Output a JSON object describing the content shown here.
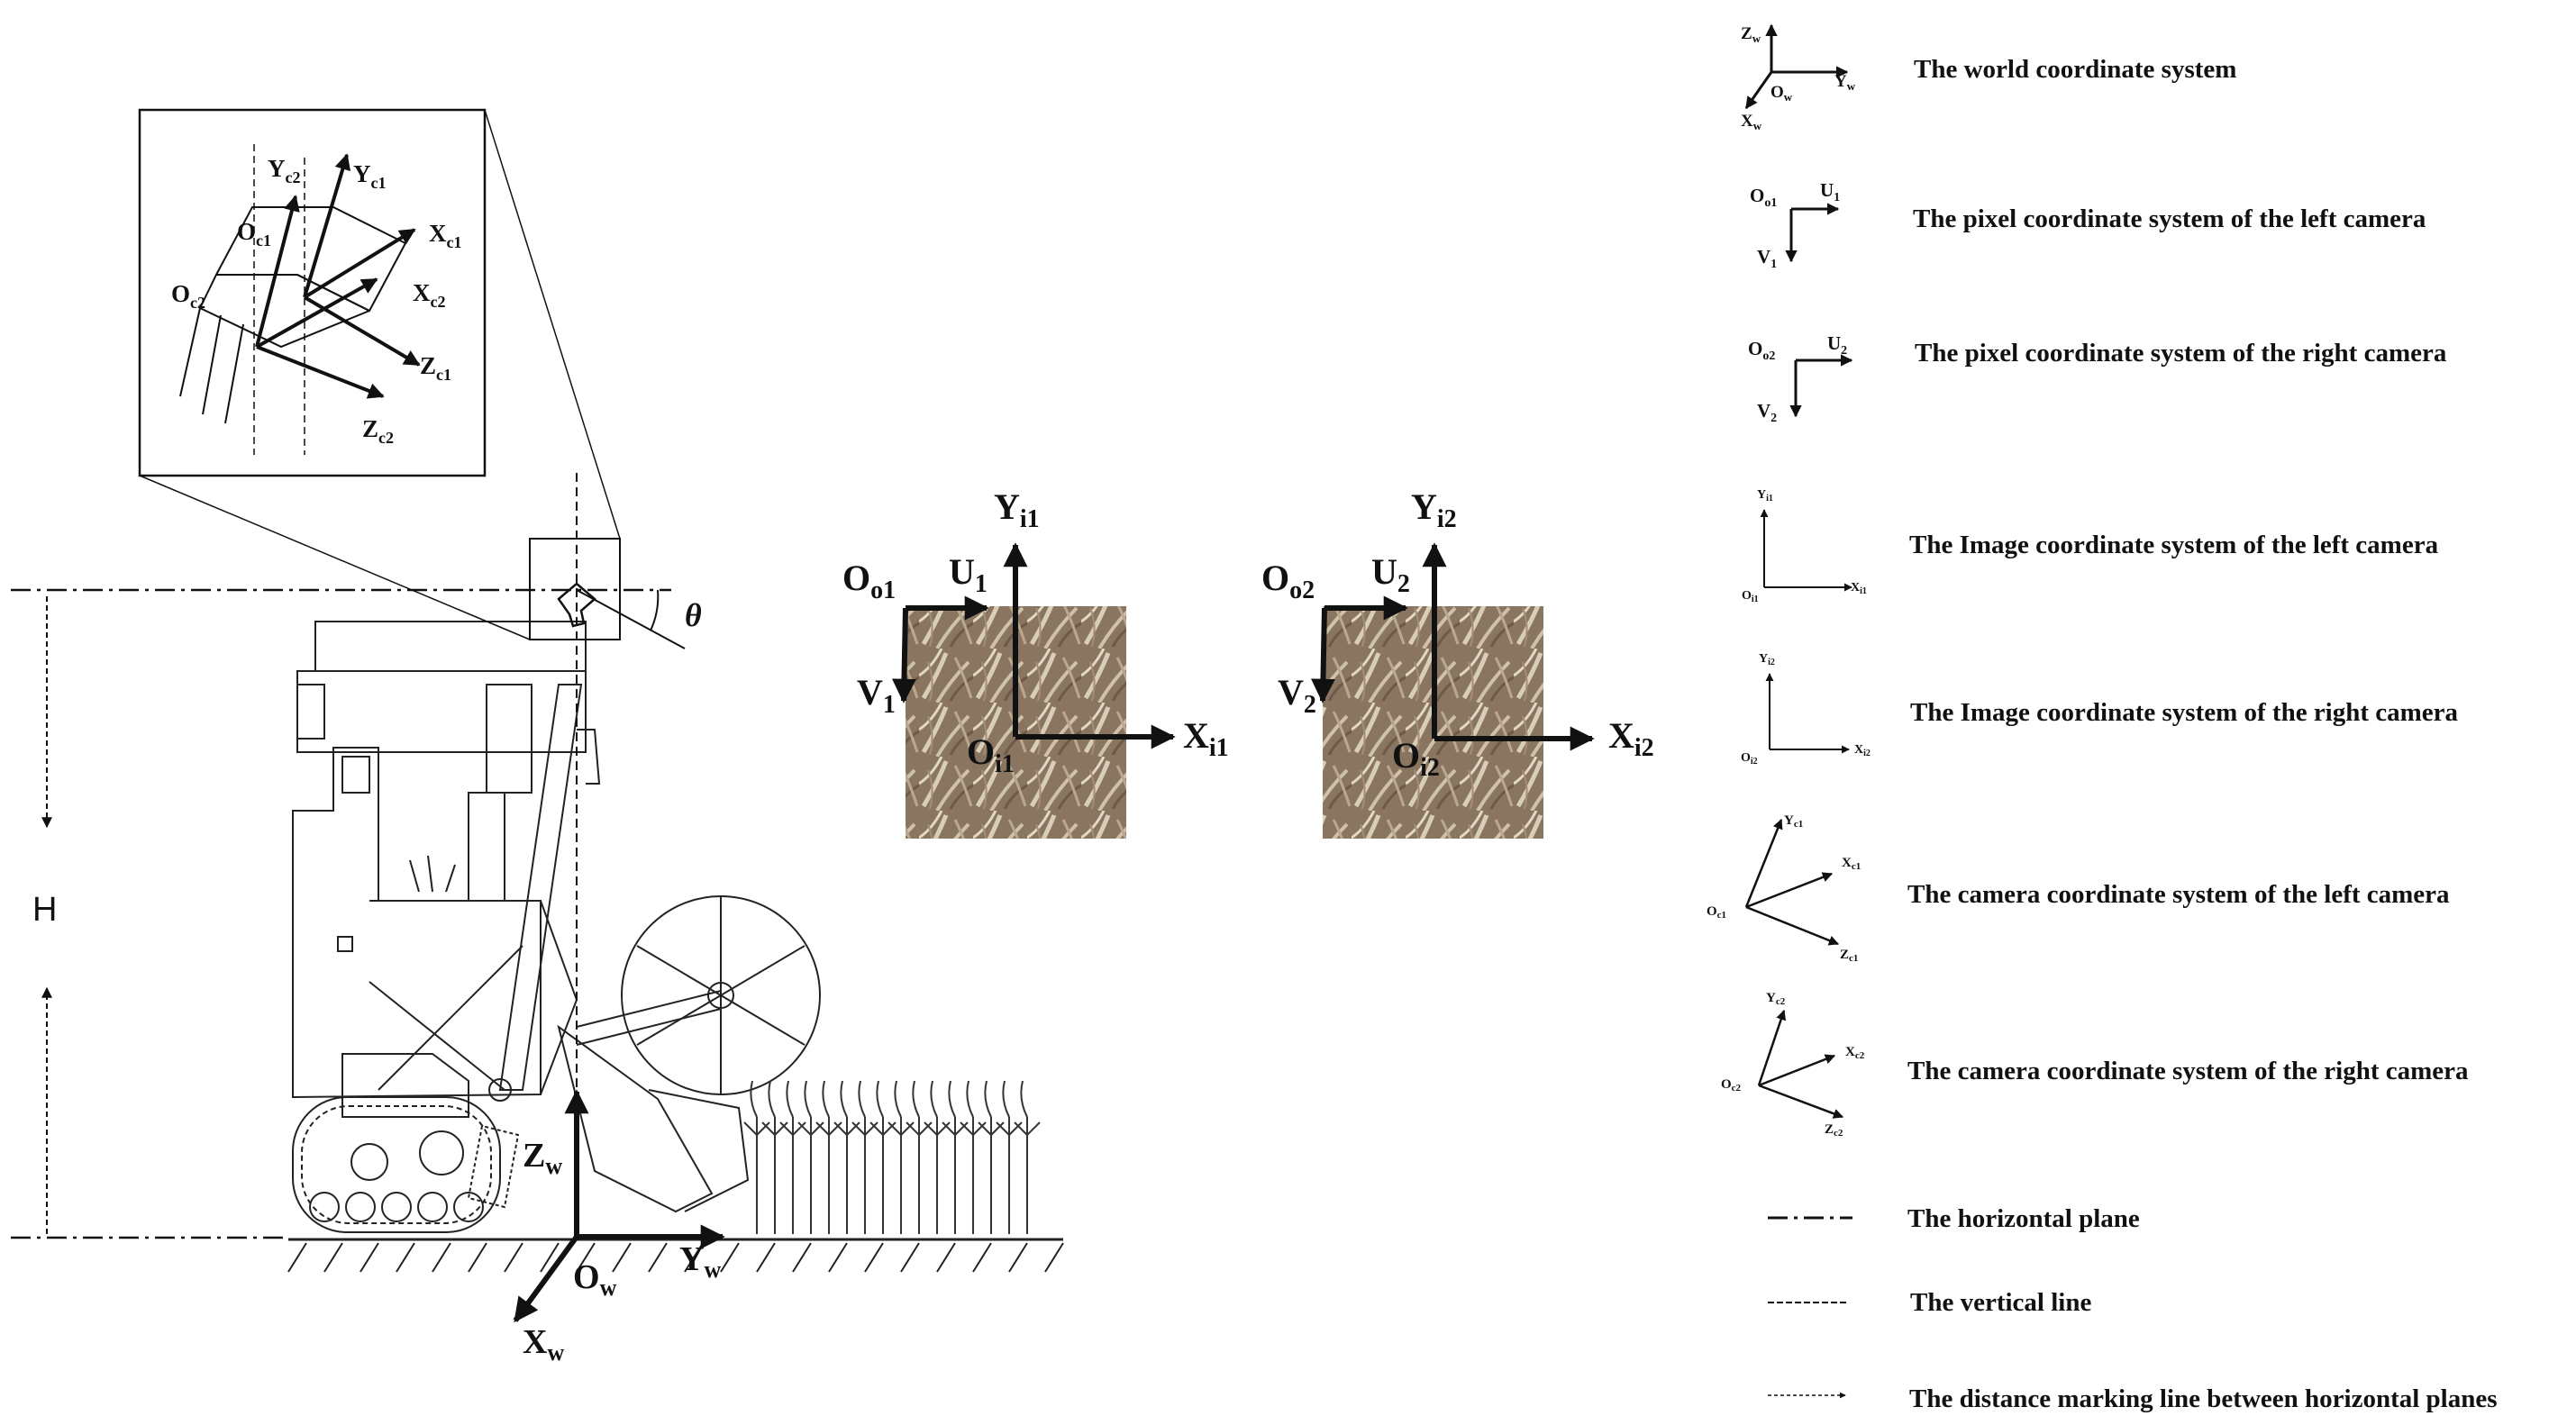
{
  "diagram": {
    "height_label": "H",
    "angle_label": "θ",
    "world_axes": {
      "origin": {
        "main": "O",
        "sub": "w"
      },
      "z": {
        "main": "Z",
        "sub": "w"
      },
      "y": {
        "main": "Y",
        "sub": "w"
      },
      "x": {
        "main": "X",
        "sub": "w"
      }
    },
    "camera_inset": {
      "yc2": {
        "main": "Y",
        "sub": "c2"
      },
      "yc1": {
        "main": "Y",
        "sub": "c1"
      },
      "oc1": {
        "main": "O",
        "sub": "c1"
      },
      "xc1": {
        "main": "X",
        "sub": "c1"
      },
      "oc2": {
        "main": "O",
        "sub": "c2"
      },
      "xc2": {
        "main": "X",
        "sub": "c2"
      },
      "zc1": {
        "main": "Z",
        "sub": "c1"
      },
      "zc2": {
        "main": "Z",
        "sub": "c2"
      }
    },
    "left_image": {
      "origin_pixel": {
        "main": "O",
        "sub": "o1"
      },
      "u": {
        "main": "U",
        "sub": "1"
      },
      "v": {
        "main": "V",
        "sub": "1"
      },
      "y": {
        "main": "Y",
        "sub": "i1"
      },
      "x": {
        "main": "X",
        "sub": "i1"
      },
      "origin_image": {
        "main": "O",
        "sub": "i1"
      }
    },
    "right_image": {
      "origin_pixel": {
        "main": "O",
        "sub": "o2"
      },
      "u": {
        "main": "U",
        "sub": "2"
      },
      "v": {
        "main": "V",
        "sub": "2"
      },
      "y": {
        "main": "Y",
        "sub": "i2"
      },
      "x": {
        "main": "X",
        "sub": "i2"
      },
      "origin_image": {
        "main": "O",
        "sub": "i2"
      }
    }
  },
  "legend": {
    "items": [
      {
        "label": "The world coordinate system",
        "glyph": {
          "z": {
            "main": "Z",
            "sub": "w"
          },
          "o": {
            "main": "O",
            "sub": "w"
          },
          "y": {
            "main": "Y",
            "sub": "w"
          },
          "x": {
            "main": "X",
            "sub": "w"
          }
        }
      },
      {
        "label": "The pixel coordinate system of the left camera",
        "glyph": {
          "o": {
            "main": "O",
            "sub": "o1"
          },
          "u": {
            "main": "U",
            "sub": "1"
          },
          "v": {
            "main": "V",
            "sub": "1"
          }
        }
      },
      {
        "label": "The pixel coordinate system of the right camera",
        "glyph": {
          "o": {
            "main": "O",
            "sub": "o2"
          },
          "u": {
            "main": "U",
            "sub": "2"
          },
          "v": {
            "main": "V",
            "sub": "2"
          }
        }
      },
      {
        "label": "The Image coordinate system of the left camera",
        "glyph": {
          "y": {
            "main": "Y",
            "sub": "i1"
          },
          "o": {
            "main": "O",
            "sub": "i1"
          },
          "x": {
            "main": "X",
            "sub": "i1"
          }
        }
      },
      {
        "label": "The Image coordinate system of the right camera",
        "glyph": {
          "y": {
            "main": "Y",
            "sub": "i2"
          },
          "o": {
            "main": "O",
            "sub": "i2"
          },
          "x": {
            "main": "X",
            "sub": "i2"
          }
        }
      },
      {
        "label": "The camera coordinate system of the left camera",
        "glyph": {
          "y": {
            "main": "Y",
            "sub": "c1"
          },
          "x": {
            "main": "X",
            "sub": "c1"
          },
          "o": {
            "main": "O",
            "sub": "c1"
          },
          "z": {
            "main": "Z",
            "sub": "c1"
          }
        }
      },
      {
        "label": "The camera coordinate system of the right camera",
        "glyph": {
          "y": {
            "main": "Y",
            "sub": "c2"
          },
          "x": {
            "main": "X",
            "sub": "c2"
          },
          "o": {
            "main": "O",
            "sub": "c2"
          },
          "z": {
            "main": "Z",
            "sub": "c2"
          }
        }
      },
      {
        "label": "The horizontal plane"
      },
      {
        "label": "The vertical line"
      },
      {
        "label": "The distance marking line between horizontal planes"
      }
    ]
  }
}
